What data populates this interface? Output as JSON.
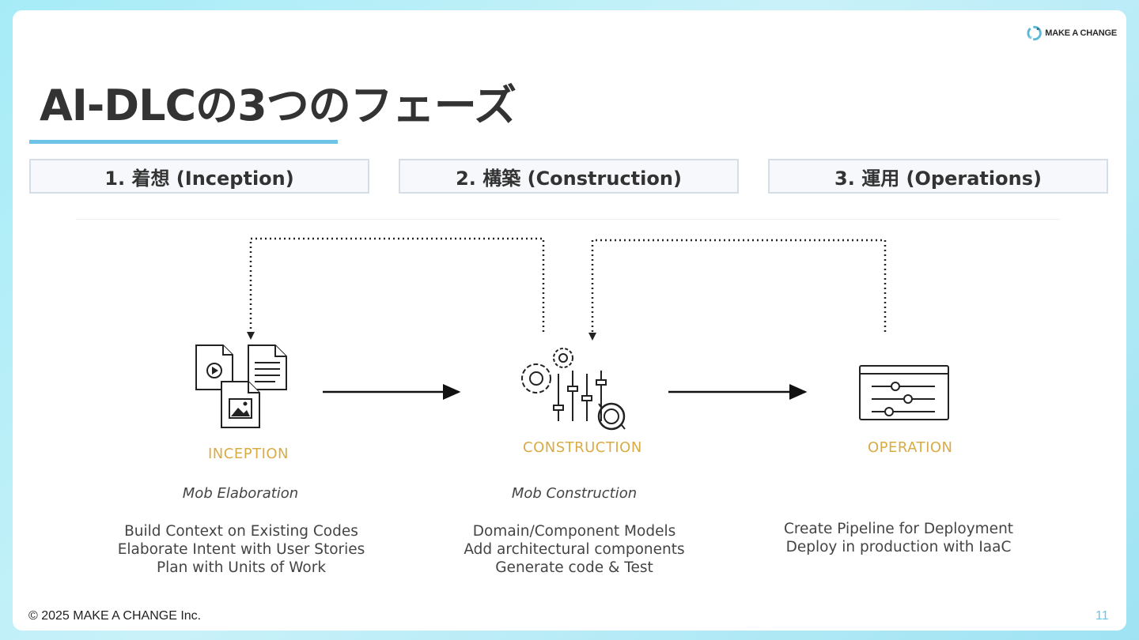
{
  "logo": {
    "text": "MAKE A CHANGE",
    "icon": "recycle-logo-icon"
  },
  "title": "AI-DLCの3つのフェーズ",
  "phases": [
    {
      "label": "1. 着想 (Inception)"
    },
    {
      "label": "2. 構築 (Construction)"
    },
    {
      "label": "3. 運用 (Operations)"
    }
  ],
  "diagram": {
    "stages": [
      {
        "name": "INCEPTION",
        "icon": "documents-icon",
        "method": "Mob Elaboration",
        "lines": [
          "Build Context on Existing Codes",
          "Elaborate Intent with User Stories",
          "Plan with Units of Work"
        ]
      },
      {
        "name": "CONSTRUCTION",
        "icon": "gears-sliders-icon",
        "method": "Mob Construction",
        "lines": [
          "Domain/Component Models",
          "Add architectural components",
          "Generate code & Test"
        ]
      },
      {
        "name": "OPERATION",
        "icon": "control-panel-icon",
        "method": "",
        "lines": [
          "Create Pipeline for Deployment",
          "Deploy in production with IaaC"
        ]
      }
    ],
    "colors": {
      "accent": "#6cc4e6",
      "stage_label": "#d9ab45",
      "text": "#444444"
    }
  },
  "footer": {
    "copyright": "© 2025 MAKE A CHANGE Inc.",
    "page": "11"
  }
}
